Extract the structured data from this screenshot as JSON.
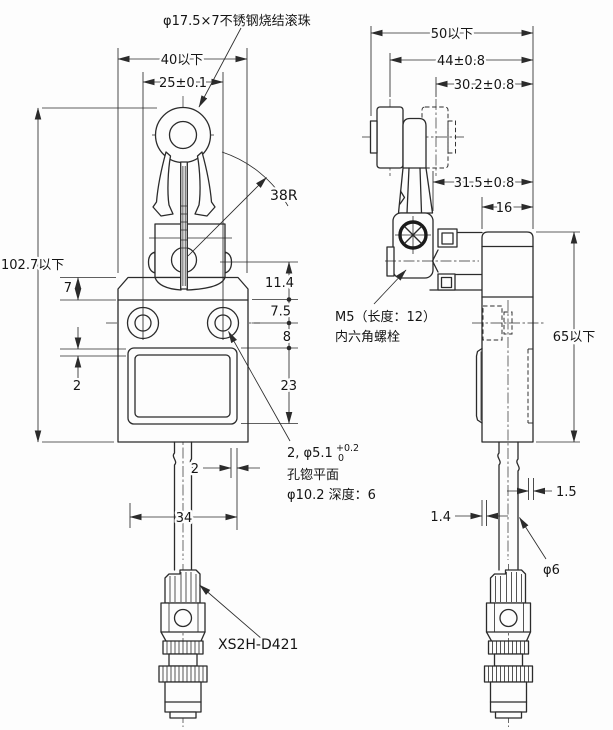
{
  "drawing": {
    "background": "#fdfdfd",
    "line_color": "#2b2b2b",
    "callouts": {
      "roller_spec": "φ17.5×7不锈钢烧结滚珠",
      "lever_radius": "38R",
      "bolt_line1": "M5（长度：12）",
      "bolt_line2": "内六角螺栓",
      "cb_line1": "2, φ5.1",
      "cb_sup": "+0.2",
      "cb_sub": "0",
      "cb_line2": "孔锪平面",
      "cb_line3": "φ10.2 深度：6",
      "connector_model": "XS2H-D421",
      "cable_dia": "φ6"
    },
    "front": {
      "w_max": "40以下",
      "pitch": "25±0.1",
      "h_max": "102.7以下",
      "head_h": "7",
      "frame": "2",
      "lever_body": "11.4",
      "body_hole": "7.5",
      "hole_panel": "8",
      "panel_h": "23",
      "edge_off": "2",
      "panel_w": "34"
    },
    "side": {
      "overall": "50以下",
      "roller_back": "44±0.8",
      "roller2_back": "30.2±0.8",
      "lever_back": "31.5±0.8",
      "depth": "16",
      "h_max": "65以下",
      "off_r": "1.5",
      "off_l": "1.4"
    }
  }
}
